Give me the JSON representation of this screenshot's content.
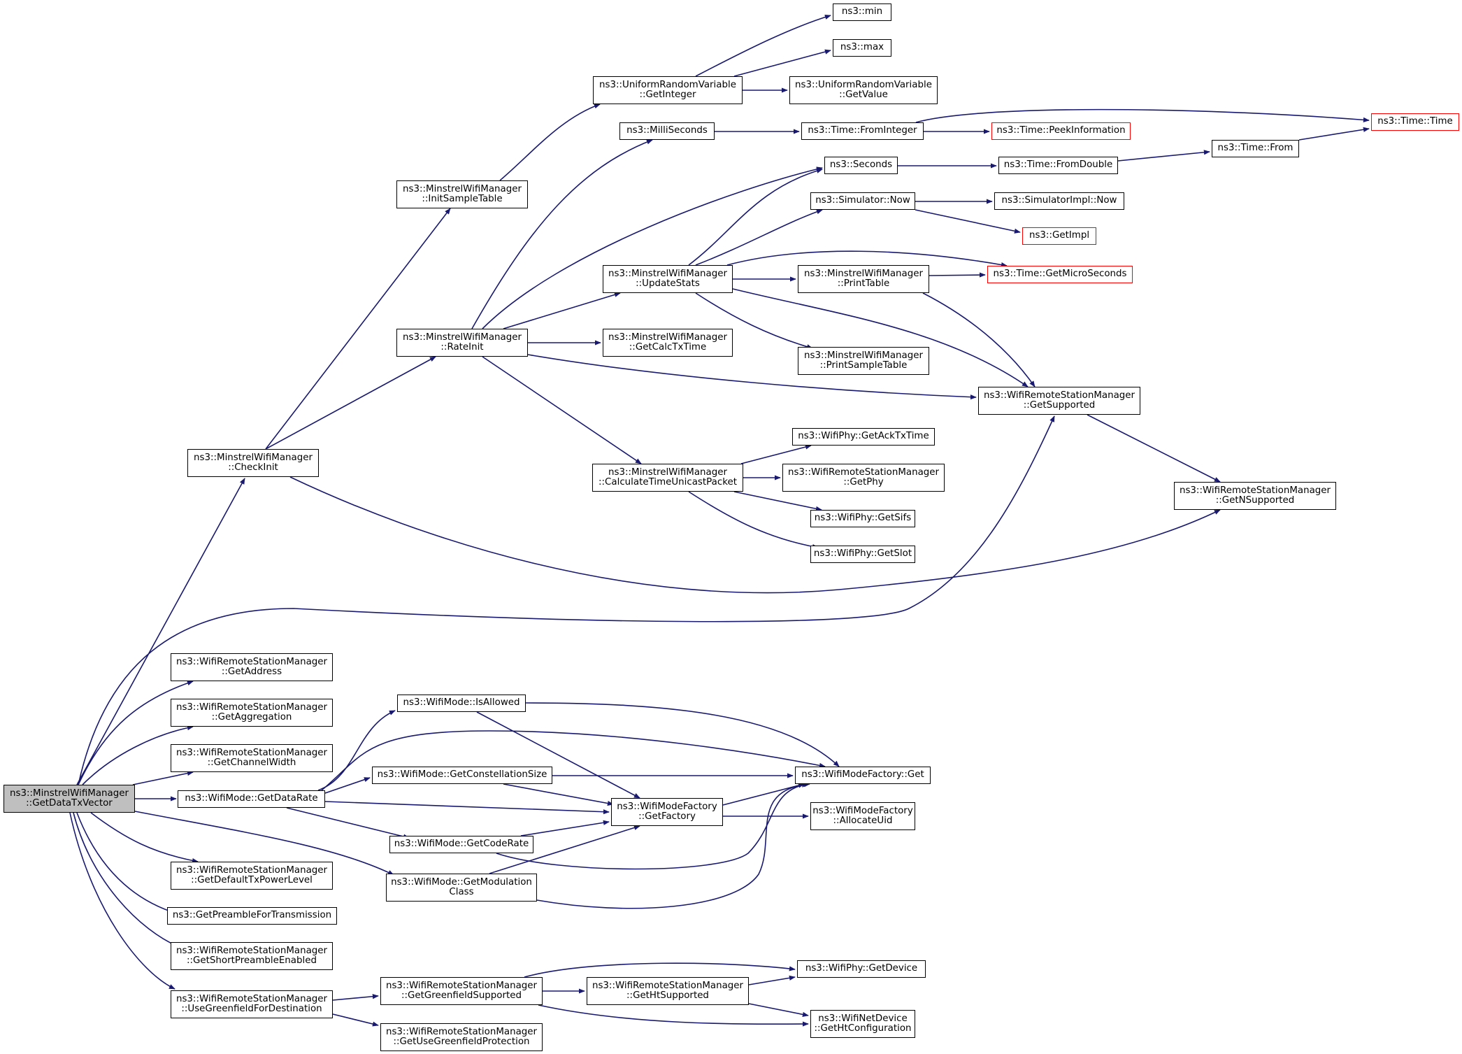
{
  "colors": {
    "edge": "#191970",
    "red_border": "#ff0000",
    "root_fill": "#bfbfbf"
  },
  "nodes": {
    "root": [
      "ns3::MinstrelWifiManager",
      "::GetDataTxVector"
    ],
    "min": [
      "ns3::min"
    ],
    "max": [
      "ns3::max"
    ],
    "urv_getinteger": [
      "ns3::UniformRandomVariable",
      "::GetInteger"
    ],
    "urv_getvalue": [
      "ns3::UniformRandomVariable",
      "::GetValue"
    ],
    "milliseconds": [
      "ns3::MilliSeconds"
    ],
    "time_frominteger": [
      "ns3::Time::FromInteger"
    ],
    "peekinformation": [
      "ns3::Time::PeekInformation"
    ],
    "time_time": [
      "ns3::Time::Time"
    ],
    "initsampletable": [
      "ns3::MinstrelWifiManager",
      "::InitSampleTable"
    ],
    "seconds": [
      "ns3::Seconds"
    ],
    "time_fromdouble": [
      "ns3::Time::FromDouble"
    ],
    "time_from": [
      "ns3::Time::From"
    ],
    "simulator_now": [
      "ns3::Simulator::Now"
    ],
    "simulatorimpl_now": [
      "ns3::SimulatorImpl::Now"
    ],
    "getimpl": [
      "ns3::GetImpl"
    ],
    "updatestats": [
      "ns3::MinstrelWifiManager",
      "::UpdateStats"
    ],
    "printtable": [
      "ns3::MinstrelWifiManager",
      "::PrintTable"
    ],
    "getmicroseconds": [
      "ns3::Time::GetMicroSeconds"
    ],
    "rateinit": [
      "ns3::MinstrelWifiManager",
      "::RateInit"
    ],
    "getcalctxtime": [
      "ns3::MinstrelWifiManager",
      "::GetCalcTxTime"
    ],
    "printsampletable": [
      "ns3::MinstrelWifiManager",
      "::PrintSampleTable"
    ],
    "getsupported": [
      "ns3::WifiRemoteStationManager",
      "::GetSupported"
    ],
    "getacktxtime": [
      "ns3::WifiPhy::GetAckTxTime"
    ],
    "checkinit": [
      "ns3::MinstrelWifiManager",
      "::CheckInit"
    ],
    "calculatetime": [
      "ns3::MinstrelWifiManager",
      "::CalculateTimeUnicastPacket"
    ],
    "getphy": [
      "ns3::WifiRemoteStationManager",
      "::GetPhy"
    ],
    "getnsupported": [
      "ns3::WifiRemoteStationManager",
      "::GetNSupported"
    ],
    "getsifs": [
      "ns3::WifiPhy::GetSifs"
    ],
    "getslot": [
      "ns3::WifiPhy::GetSlot"
    ],
    "getaddress": [
      "ns3::WifiRemoteStationManager",
      "::GetAddress"
    ],
    "getaggregation": [
      "ns3::WifiRemoteStationManager",
      "::GetAggregation"
    ],
    "isallowed": [
      "ns3::WifiMode::IsAllowed"
    ],
    "getchannelwidth": [
      "ns3::WifiRemoteStationManager",
      "::GetChannelWidth"
    ],
    "getconstellationsize": [
      "ns3::WifiMode::GetConstellationSize"
    ],
    "wmf_get": [
      "ns3::WifiModeFactory::Get"
    ],
    "getdatarate": [
      "ns3::WifiMode::GetDataRate"
    ],
    "getfactory": [
      "ns3::WifiModeFactory",
      "::GetFactory"
    ],
    "allocateuid": [
      "ns3::WifiModeFactory",
      "::AllocateUid"
    ],
    "getcoderate": [
      "ns3::WifiMode::GetCodeRate"
    ],
    "getdefaulttxpowerlevel": [
      "ns3::WifiRemoteStationManager",
      "::GetDefaultTxPowerLevel"
    ],
    "getmodulationclass": [
      "ns3::WifiMode::GetModulation",
      "Class"
    ],
    "getpreamble": [
      "ns3::GetPreambleForTransmission"
    ],
    "getshortpreamble": [
      "ns3::WifiRemoteStationManager",
      "::GetShortPreambleEnabled"
    ],
    "getdevice": [
      "ns3::WifiPhy::GetDevice"
    ],
    "getgreenfieldsupported": [
      "ns3::WifiRemoteStationManager",
      "::GetGreenfieldSupported"
    ],
    "gethtsupported": [
      "ns3::WifiRemoteStationManager",
      "::GetHtSupported"
    ],
    "usegreenfield": [
      "ns3::WifiRemoteStationManager",
      "::UseGreenfieldForDestination"
    ],
    "gethtconfiguration": [
      "ns3::WifiNetDevice",
      "::GetHtConfiguration"
    ],
    "getusegreenfieldprotection": [
      "ns3::WifiRemoteStationManager",
      "::GetUseGreenfieldProtection"
    ]
  }
}
